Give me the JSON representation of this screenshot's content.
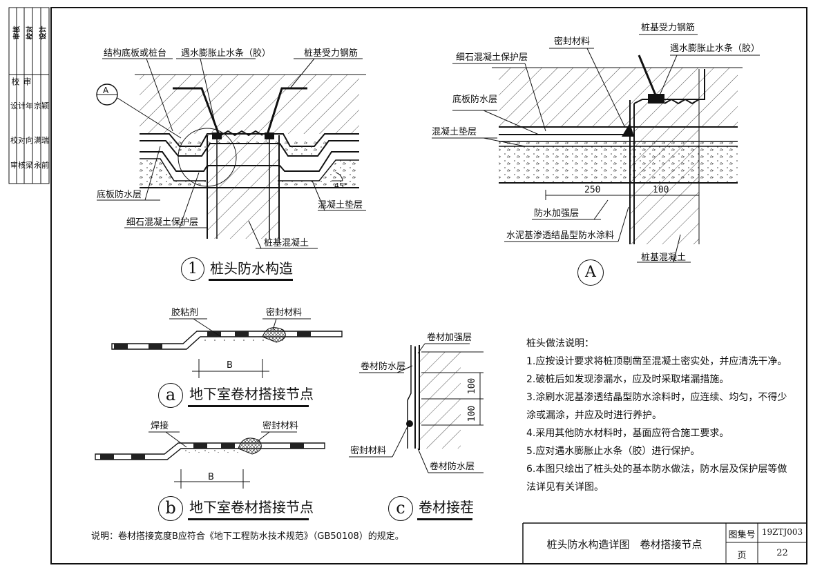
{
  "sidebar": {
    "stamps": [
      "审核",
      "校对",
      "设计"
    ],
    "columns": [
      [
        "审",
        "校",
        "设"
      ],
      [
        "核",
        "对",
        "计"
      ],
      [
        "梁",
        "向",
        "年"
      ],
      [
        "永",
        "满",
        "宗"
      ],
      [
        "前",
        "瑞",
        "颖"
      ]
    ]
  },
  "detail1": {
    "labels": {
      "structure": "结构底板或桩台",
      "stop_strip": "遇水膨胀止水条（胶）",
      "pile_rebar": "桩基受力钢筋",
      "bottom_waterproof": "底板防水层",
      "cushion": "混凝土垫层",
      "protect": "细石混凝土保护层",
      "pile_concrete": "桩基混凝土",
      "angle": "45°",
      "callout": "A"
    },
    "number": "1",
    "title": "桩头防水构造"
  },
  "detailA": {
    "labels": {
      "pile_rebar": "桩基受力钢筋",
      "stop_strip": "遇水膨胀止水条（胶）",
      "seal": "密封材料",
      "protect": "细石混凝土保护层",
      "bottom_waterproof": "底板防水层",
      "cushion": "混凝土垫层",
      "dim1": "250",
      "dim2": "100",
      "reinforce": "防水加强层",
      "coating": "水泥基渗透结晶型防水涂料",
      "pile_concrete": "桩基混凝土"
    },
    "number": "A"
  },
  "detail_a": {
    "labels": {
      "adhesive": "胶粘剂",
      "seal": "密封材料",
      "dim": "B"
    },
    "number": "a",
    "title": "地下室卷材搭接节点"
  },
  "detail_b": {
    "labels": {
      "weld": "焊接",
      "seal": "密封材料",
      "dim": "B"
    },
    "number": "b",
    "title": "地下室卷材搭接节点"
  },
  "detail_c": {
    "labels": {
      "reinforce": "卷材加强层",
      "waterproof_top": "卷材防水层",
      "seal": "密封材料",
      "waterproof_bottom": "卷材防水层",
      "dim1": "100",
      "dim2": "100"
    },
    "number": "c",
    "title": "卷材接茬"
  },
  "notes": {
    "heading": "桩头做法说明：",
    "items": [
      "1.应按设计要求将桩顶剔凿至混凝土密实处，并应清洗干净。",
      "2.破桩后如发现渗漏水，应及时采取堵漏措施。",
      "3.涂刷水泥基渗透结晶型防水涂料时，应连续、均匀，不得少",
      "涂或漏涂，并应及时进行养护。",
      "4.采用其他防水材料时，基面应符合施工要求。",
      "5.应对遇水膨胀止水条（胶）进行保护。",
      "6.本图只绘出了桩头处的基本防水做法，防水层及保护层等做",
      "法详见有关详图。"
    ]
  },
  "footnote": "说明：卷材搭接宽度B应符合《地下工程防水技术规范》（GB50108）的规定。",
  "title_block": {
    "title": "桩头防水构造详图　卷材搭接节点",
    "atlas_label": "图集号",
    "atlas_value": "19ZTJ003",
    "page_label": "页",
    "page_value": "22"
  }
}
